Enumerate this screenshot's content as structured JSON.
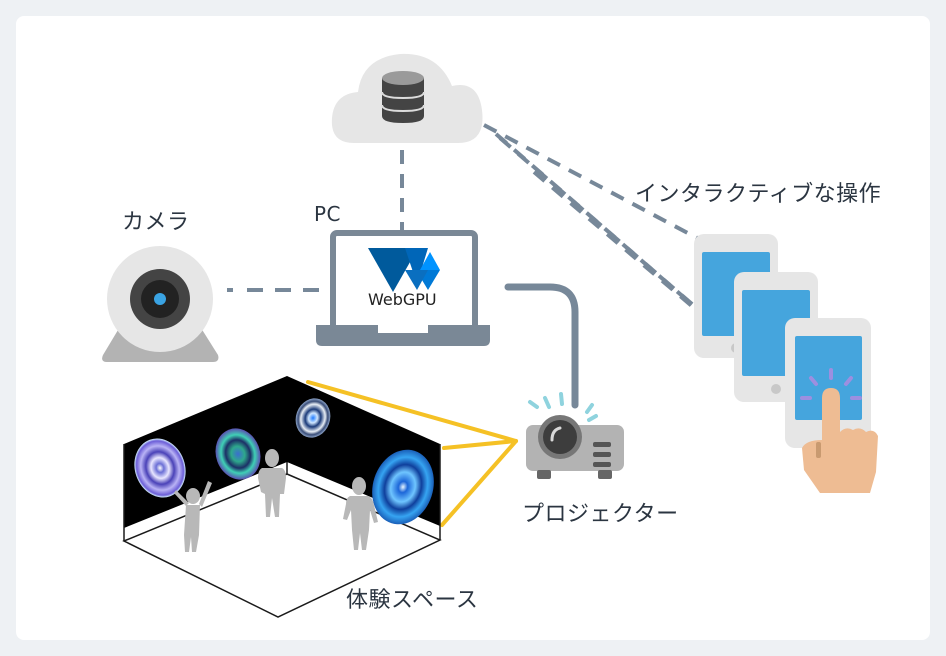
{
  "diagram": {
    "title": "WebGPU interactive projection system",
    "nodes": {
      "cloud": {
        "icon": "database-icon"
      },
      "pc": {
        "label": "PC",
        "logo_text": "WebGPU"
      },
      "camera": {
        "label": "カメラ"
      },
      "projector": {
        "label": "プロジェクター"
      },
      "space": {
        "label": "体験スペース"
      },
      "phones": {
        "label": "インタラクティブな操作",
        "count": 3
      }
    },
    "connections": [
      {
        "from": "cloud",
        "to": "pc",
        "style": "dashed"
      },
      {
        "from": "camera",
        "to": "pc",
        "style": "dashed"
      },
      {
        "from": "pc",
        "to": "projector",
        "style": "solid"
      },
      {
        "from": "cloud",
        "to": "phones",
        "style": "dashed"
      },
      {
        "from": "projector",
        "to": "space",
        "style": "projection"
      }
    ],
    "colors": {
      "background": "#eef1f4",
      "card": "#ffffff",
      "connector": "#778899",
      "cloud": "#e6e6e6",
      "database": "#444444",
      "laptop": "#7a8896",
      "webgpu_dark": "#005a9c",
      "webgpu_light": "#0093ff",
      "camera_body": "#e6e6e6",
      "camera_lens": "#444444",
      "camera_dot": "#3aa3e3",
      "projector_body": "#b3b3b3",
      "projection_beam": "#f5c125",
      "projector_glow": "#8fd3de",
      "phone_body": "#e6e6e6",
      "phone_screen": "#45a5dd",
      "touch_ripple": "#9c8fe0",
      "hand": "#eebc93",
      "label_text": "#2b3541"
    }
  }
}
